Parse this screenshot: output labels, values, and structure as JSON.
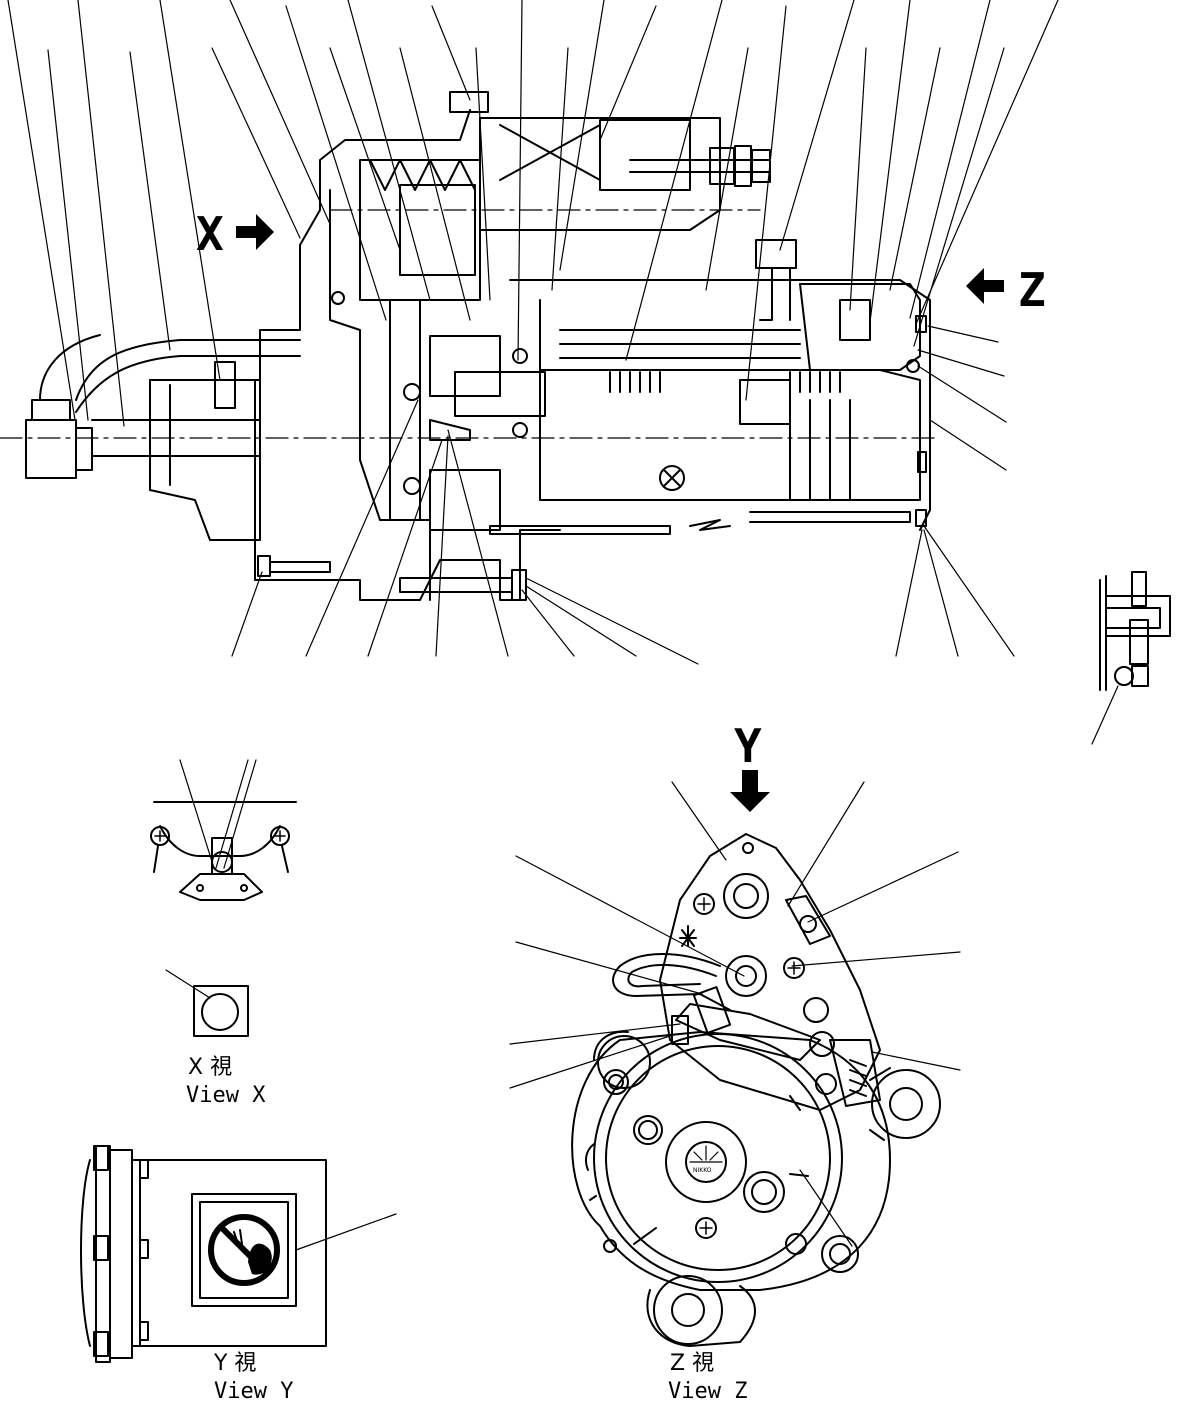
{
  "markers": {
    "x": "X",
    "y": "Y",
    "z": "Z"
  },
  "views": {
    "x": {
      "jp": "X  視",
      "en": "View X"
    },
    "y": {
      "jp": "Y  視",
      "en": "View Y"
    },
    "z": {
      "jp": "Z  視",
      "en": "View Z"
    }
  },
  "badge": {
    "brand": "NIKKO"
  },
  "icons": {
    "arrow": "arrow-icon",
    "warning": "no-touch-warning-icon"
  },
  "colors": {
    "ink": "#000000",
    "paper": "#ffffff"
  }
}
